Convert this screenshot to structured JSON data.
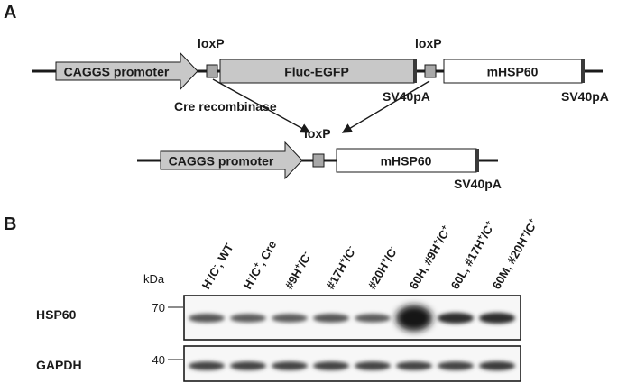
{
  "panel_a": {
    "letter": "A",
    "construct_top": {
      "promoter": "CAGGS promoter",
      "loxp_1": "loxP",
      "reporter": "Fluc-EGFP",
      "sv40pa_1": "SV40pA",
      "loxp_2": "loxP",
      "gene": "mHSP60",
      "sv40pa_2": "SV40pA"
    },
    "recombinase": "Cre recombinase",
    "construct_bottom": {
      "loxp": "loxP",
      "promoter": "CAGGS promoter",
      "gene": "mHSP60",
      "sv40pa": "SV40pA"
    }
  },
  "panel_b": {
    "letter": "B",
    "mw_unit": "kDa",
    "lanes": [
      {
        "pre": "H",
        "s1": "-",
        "mid": "/C",
        "s2": "-",
        "post": ", WT"
      },
      {
        "pre": "H",
        "s1": "-",
        "mid": "/C",
        "s2": "+",
        "post": ", Cre"
      },
      {
        "pre": "#9H",
        "s1": "+",
        "mid": "/C",
        "s2": "-",
        "post": ""
      },
      {
        "pre": "#17H",
        "s1": "+",
        "mid": "/C",
        "s2": "-",
        "post": ""
      },
      {
        "pre": "#20H",
        "s1": "+",
        "mid": "/C",
        "s2": "-",
        "post": ""
      },
      {
        "pre": "60H, #9H",
        "s1": "+",
        "mid": "/C",
        "s2": "+",
        "post": ""
      },
      {
        "pre": "60L, #17H",
        "s1": "+",
        "mid": "/C",
        "s2": "+",
        "post": ""
      },
      {
        "pre": "60M, #20H",
        "s1": "+",
        "mid": "/C",
        "s2": "+",
        "post": ""
      }
    ],
    "blots": [
      {
        "label": "HSP60",
        "marker": "70",
        "band_strength": [
          0.55,
          0.5,
          0.5,
          0.55,
          0.5,
          1.0,
          0.85,
          0.85
        ]
      },
      {
        "label": "GAPDH",
        "marker": "40",
        "band_strength": [
          0.7,
          0.7,
          0.7,
          0.7,
          0.7,
          0.7,
          0.7,
          0.75
        ]
      }
    ]
  }
}
